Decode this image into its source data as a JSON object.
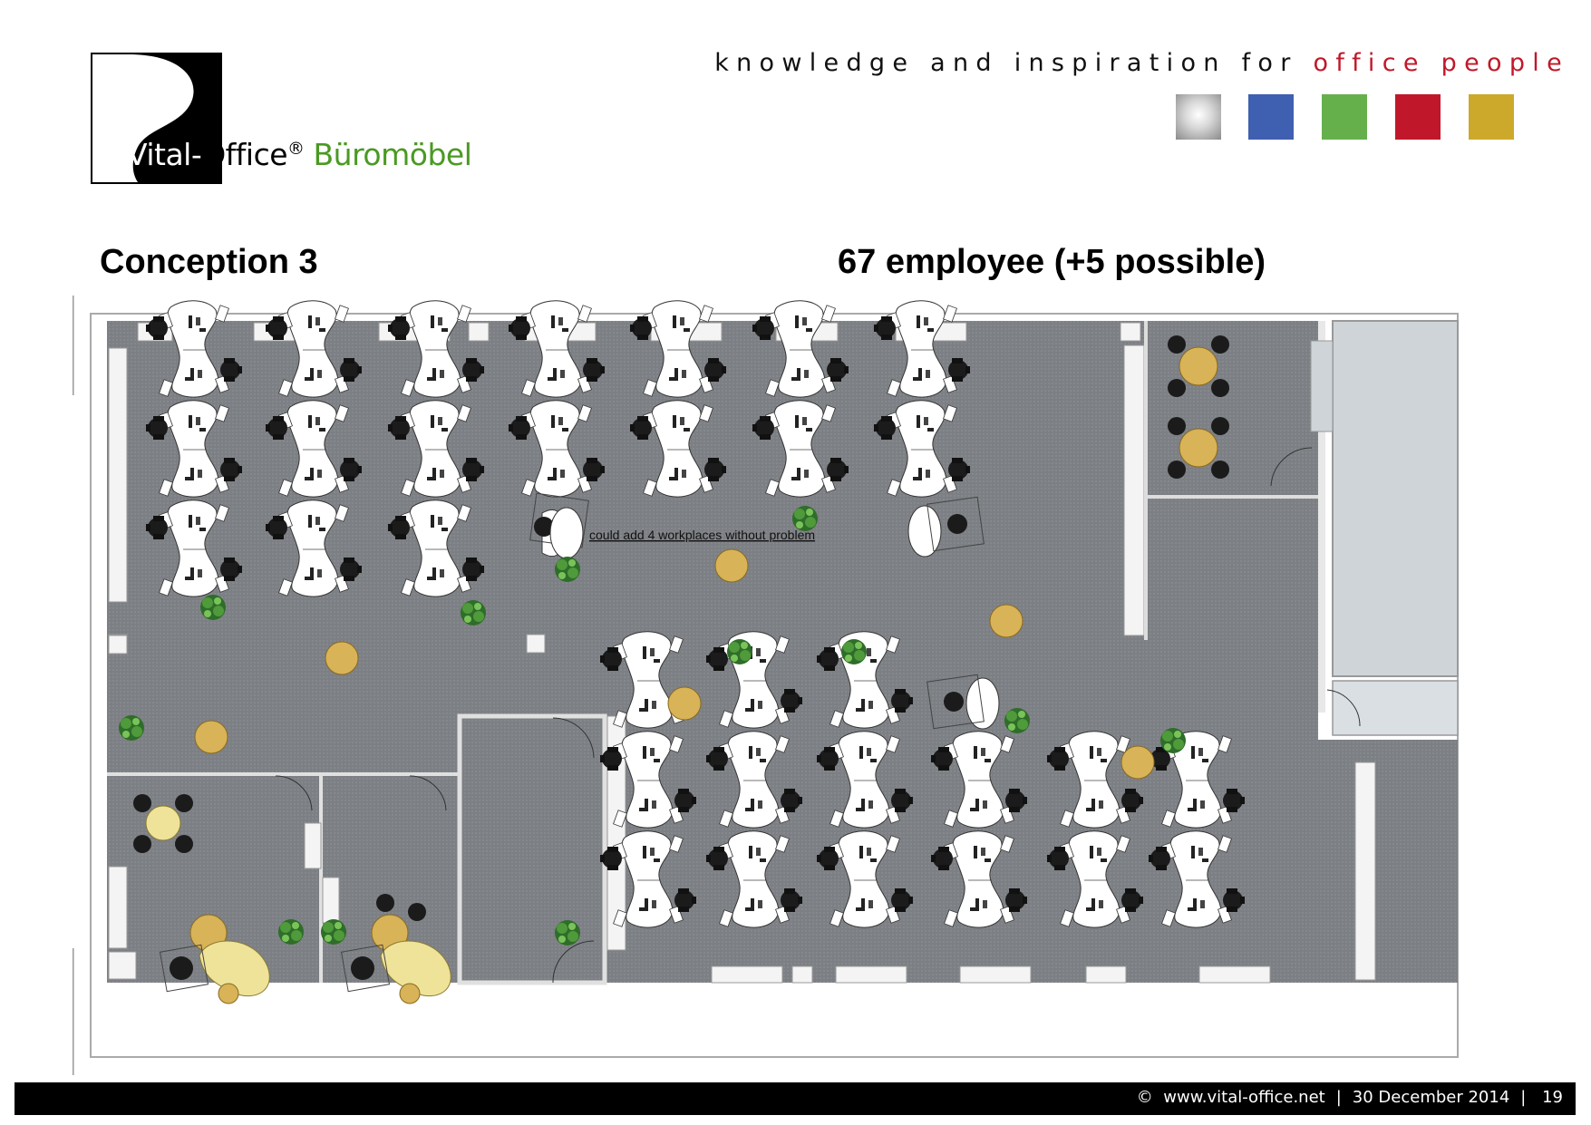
{
  "logo": {
    "brand_part1": "Vital-",
    "brand_part2": "Office",
    "registered": "®",
    "brand_suffix": "Büromöbel"
  },
  "tagline": {
    "text": "knowledge and inspiration for",
    "highlight": "office people"
  },
  "color_swatches": [
    "#c8c8c8",
    "#3f5fb0",
    "#66b04c",
    "#c0182a",
    "#cda92b"
  ],
  "heading": {
    "left": "Conception 3",
    "right": "67 employee (+5 possible)"
  },
  "floor_plan": {
    "annotation": "could add 4 workplaces without problem"
  },
  "footer": {
    "copyright": "©",
    "website": "www.vital-office.net",
    "date": "30 December 2014",
    "page": "19"
  }
}
